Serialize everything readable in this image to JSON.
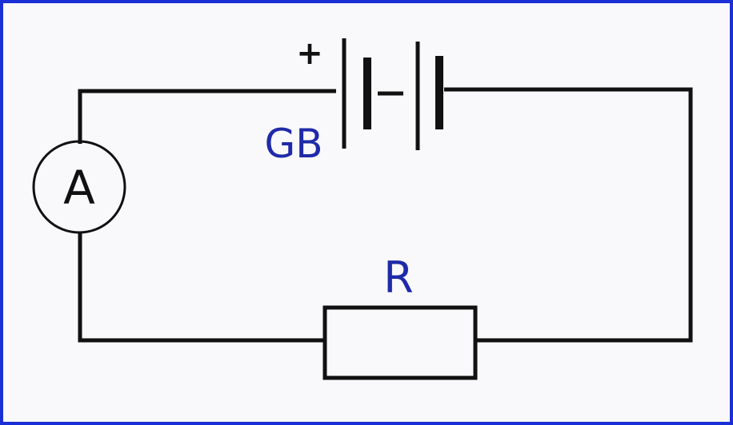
{
  "labels": {
    "battery": "GB",
    "resistor": "R",
    "ammeter": "A",
    "battery_plus": "+",
    "battery_minus": "–"
  },
  "colors": {
    "frame_border": "#1a2fd6",
    "label_blue": "#1f2aa8",
    "wire": "#111111"
  }
}
